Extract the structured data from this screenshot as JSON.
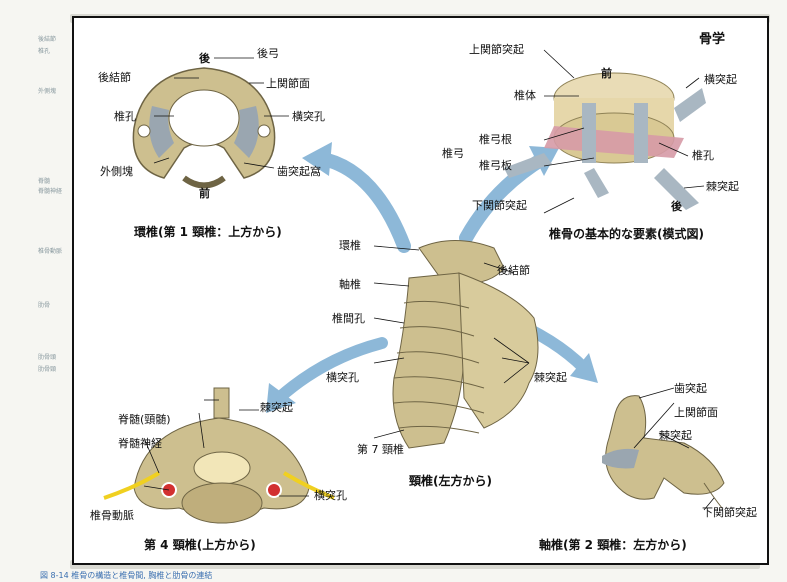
{
  "page": {
    "caption": "図 8-14  椎骨の構造と椎骨間, 胸椎と肋骨の連結",
    "side_labels": [
      "後結節",
      "椎孔",
      "外側塊",
      "脊髄",
      "脊髄神経",
      "椎骨動脈",
      "肋骨",
      "肋骨頭",
      "肋骨頸"
    ]
  },
  "card": {
    "section": "骨学",
    "atlas": {
      "title": "環椎(第 1 頸椎：上方から)",
      "top": "後",
      "bottom": "前",
      "labels": {
        "posterior_arch": "後弓",
        "posterior_tubercle": "後結節",
        "superior_facet": "上関節面",
        "foramen": "椎孔",
        "transverse_foramen": "横突孔",
        "lateral_mass": "外側塊",
        "dens_facet": "歯突起窩"
      }
    },
    "schematic": {
      "title": "椎骨の基本的な要素(模式図)",
      "top": "前",
      "bottom": "後",
      "labels": {
        "sup_articular": "上関節突起",
        "body": "椎体",
        "transverse": "横突起",
        "pedicle": "椎弓根",
        "arch": "椎弓",
        "lamina": "椎弓板",
        "foramen": "椎孔",
        "inf_articular": "下関節突起",
        "spinous": "棘突起"
      }
    },
    "cervical": {
      "title": "頸椎(左方から)",
      "labels": {
        "atlas": "環椎",
        "axis": "軸椎",
        "posterior_tubercle": "後結節",
        "intervertebral_foramen": "椎間孔",
        "transverse_foramen": "横突孔",
        "spinous": "棘突起",
        "c7": "第 7 頸椎"
      }
    },
    "c4": {
      "title": "第 4 頸椎(上方から)",
      "labels": {
        "spinous": "棘突起",
        "spinal_cord": "脊髄(頸髄)",
        "spinal_nerve": "脊髄神経",
        "transverse_foramen": "横突孔",
        "vertebral_artery": "椎骨動脈"
      }
    },
    "axis": {
      "title": "軸椎(第 2 頸椎：左方から)",
      "labels": {
        "dens": "歯突起",
        "superior_facet": "上関節面",
        "spinous": "棘突起",
        "inf_articular": "下関節突起"
      }
    }
  },
  "colors": {
    "bone": "#cdbf8f",
    "bone_dark": "#8f8256",
    "facet": "#9aa6b0",
    "arrow": "#8db8d8",
    "lamina": "#d69aa6",
    "body_tint": "#e9dcb6",
    "nerve": "#f0d020"
  }
}
